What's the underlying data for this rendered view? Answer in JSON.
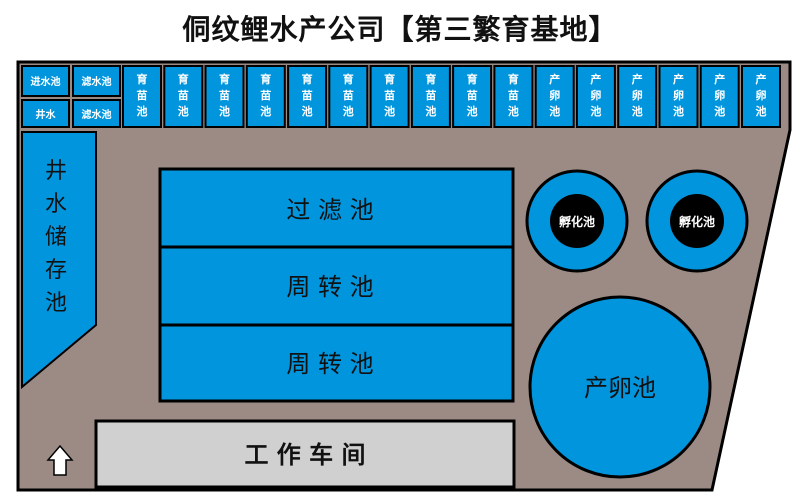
{
  "title": "侗纹鲤水产公司【第三繁育基地】",
  "top_row": {
    "inlet": "进水池",
    "filter_small_1": "滤水池",
    "well_small": "井水",
    "filter_small_2": "滤水池",
    "nursery_label": [
      "育",
      "苗",
      "池"
    ],
    "spawning_label": [
      "产",
      "卵",
      "池"
    ]
  },
  "well_storage": [
    "井",
    "水",
    "储",
    "存",
    "池"
  ],
  "filter_pool": "过 滤 池",
  "turnover_pool_1": "周 转 池",
  "turnover_pool_2": "周 转 池",
  "hatching_pool_1": "孵化池",
  "hatching_pool_2": "孵化池",
  "spawning_pool": "产卵池",
  "workshop": "工 作 车 间",
  "colors": {
    "water": "#0095dd",
    "ground": "#9b8b84",
    "hatch_inner": "#000000",
    "workshop": "#d0d0d0"
  }
}
